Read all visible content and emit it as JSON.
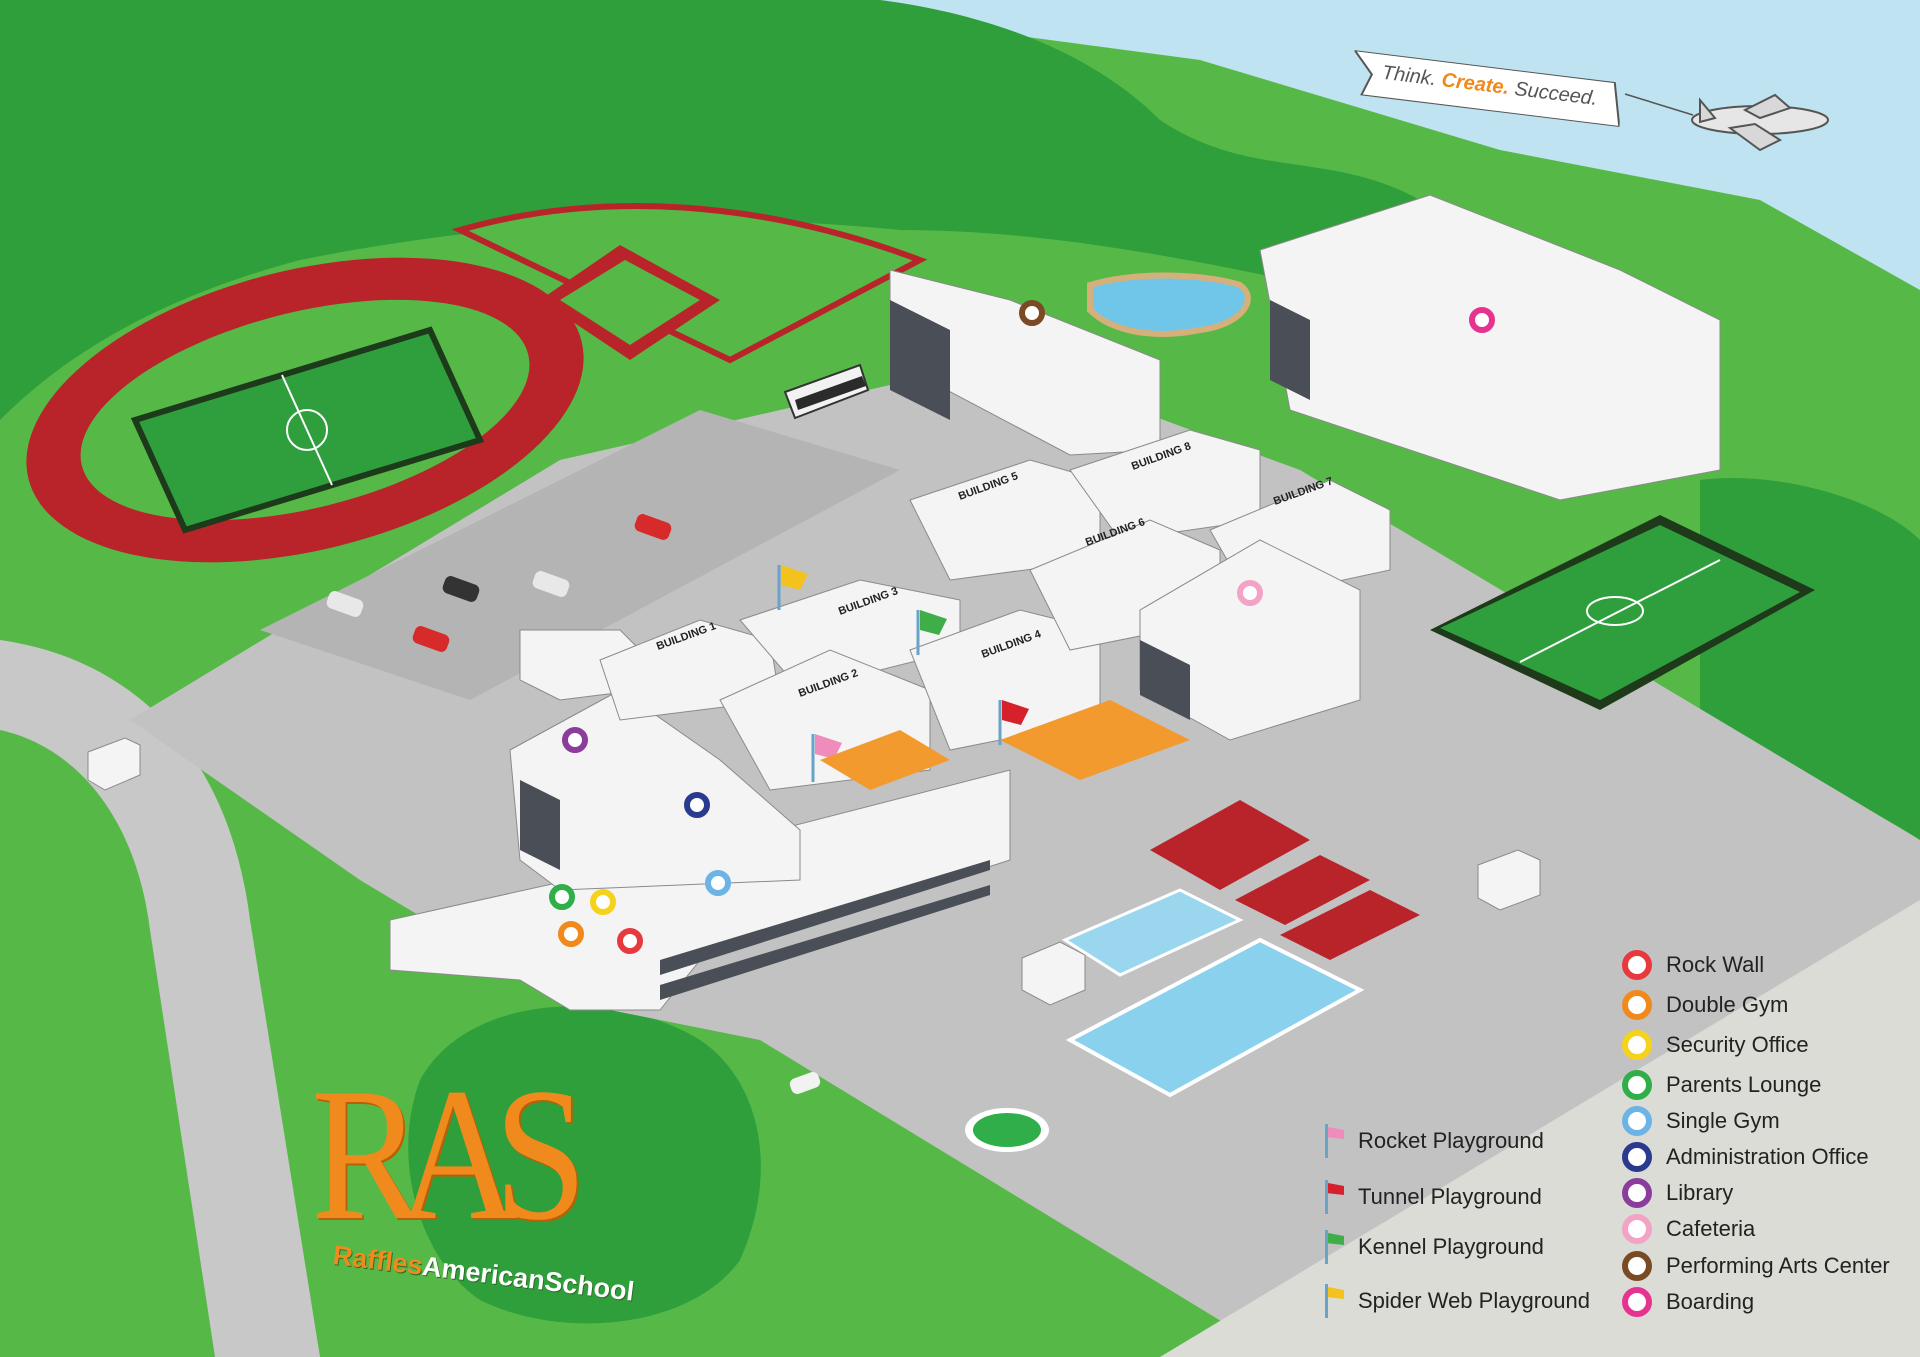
{
  "banner": {
    "part1": "Think. ",
    "part2": "Create.",
    "part3": " Succeed."
  },
  "logo": {
    "mark": "RAS",
    "sub_part1": "Raffles",
    "sub_part2": "American",
    "sub_part3": "School"
  },
  "buildings": [
    "BUILDING 1",
    "BUILDING 2",
    "BUILDING 3",
    "BUILDING 4",
    "BUILDING 5",
    "BUILDING 6",
    "BUILDING 7",
    "BUILDING 8"
  ],
  "playground_legend": [
    {
      "label": "Rocket Playground",
      "color": "#f08cbc"
    },
    {
      "label": "Tunnel Playground",
      "color": "#d6202b"
    },
    {
      "label": "Kennel Playground",
      "color": "#3fae49"
    },
    {
      "label": "Spider Web Playground",
      "color": "#f4c21c"
    }
  ],
  "facility_legend": [
    {
      "label": "Rock Wall",
      "color": "#e63a3f"
    },
    {
      "label": "Double Gym",
      "color": "#f08a1c"
    },
    {
      "label": "Security Office",
      "color": "#f6d21c"
    },
    {
      "label": "Parents Lounge",
      "color": "#2fae4a"
    },
    {
      "label": "Single Gym",
      "color": "#6cb4e6"
    },
    {
      "label": "Administration Office",
      "color": "#2a3a8f"
    },
    {
      "label": "Library",
      "color": "#8b3d9c"
    },
    {
      "label": "Cafeteria",
      "color": "#f3a3c6"
    },
    {
      "label": "Performing Arts Center",
      "color": "#7a4a24"
    },
    {
      "label": "Boarding",
      "color": "#e6338f"
    }
  ]
}
